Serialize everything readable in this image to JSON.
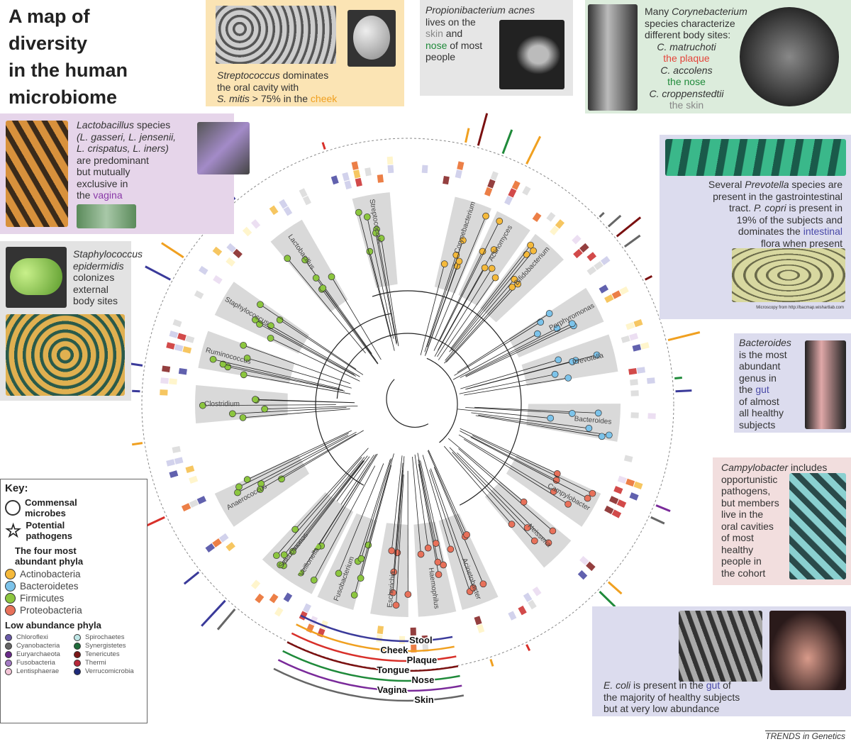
{
  "title": [
    "A map of",
    "diversity",
    "in the human",
    "microbiome"
  ],
  "callouts": {
    "streptococcus": {
      "genus": "Streptococcus",
      "l1": " dominates",
      "l2": "the oral cavity with",
      "l3a": "S. mitis",
      "l3b": " > 75% in the ",
      "l3c": "cheek"
    },
    "propionibacterium": {
      "genus": "Propionibacterium acnes",
      "l1": "lives on the",
      "skin": "skin",
      "and": " and",
      "nose": "nose",
      "rest": " of most",
      "l4": "people"
    },
    "corynebacterium": {
      "l1a": "Many ",
      "genus": "Corynebacterium",
      "l2": "species characterize",
      "l3": "different body sites:",
      "s1": "C. matruchoti",
      "b1": "the plaque",
      "s2": "C. accolens",
      "b2": "the nose",
      "s3": "C. croppenstedtii",
      "b3": "the skin"
    },
    "lactobacillus": {
      "genus": "Lactobacillus",
      "l1": " species",
      "l2": "(L. gasseri, L. jensenii,",
      "l3": "L. crispatus, L. iners)",
      "l4": "are predominant",
      "l5": "but mutually",
      "l6": "exclusive in",
      "l7a": "the ",
      "l7b": "vagina"
    },
    "staphylococcus": {
      "genus1": "Staphylococcus",
      "genus2": "epidermidis",
      "l1": "colonizes",
      "l2": "external",
      "l3": "body sites"
    },
    "prevotella": {
      "l1a": "Several ",
      "genus": "Prevotella",
      "l1b": " species are",
      "l2": "present in the gastrointestinal",
      "l3a": "tract. ",
      "sp": "P. copri",
      "l3b": " is present in",
      "l4": "19% of the subjects and",
      "l5a": "dominates the ",
      "l5b": "intestinal",
      "l6": "flora when present",
      "credit": "Microscopy from http://bacmap.wishartlab.com"
    },
    "bacteroides": {
      "genus": "Bacteroides",
      "l1": "is the most",
      "l2": "abundant",
      "l3": "genus in",
      "l4a": "the ",
      "l4b": "gut",
      "l5": "of almost",
      "l6": "all healthy",
      "l7": "subjects"
    },
    "campylobacter": {
      "genus": "Campylobacter",
      "l1": " includes",
      "l2": "opportunistic",
      "l3": "pathogens,",
      "l4": "but members",
      "l5": "live in the",
      "l6": "oral cavities",
      "l7": "of most",
      "l8": "healthy",
      "l9": "people in",
      "l10": "the cohort"
    },
    "ecoli": {
      "sp": "E. coli",
      "l1a": " is present in the ",
      "l1b": "gut",
      "l1c": " of",
      "l2": "the majority of healthy subjects",
      "l3": "but at very low abundance"
    }
  },
  "key": {
    "title": "Key:",
    "commensal": "Commensal microbes",
    "pathogens": "Potential pathogens",
    "abundant_title": "The four most abundant phyla",
    "abundant": [
      {
        "name": "Actinobacteria",
        "color": "#f5b93a"
      },
      {
        "name": "Bacteroidetes",
        "color": "#7cc3ea"
      },
      {
        "name": "Firmicutes",
        "color": "#8cc63f"
      },
      {
        "name": "Proteobacteria",
        "color": "#e8715a"
      }
    ],
    "low_title": "Low abundance phyla",
    "low": [
      {
        "name": "Chloroflexi",
        "color": "#6a5aa8"
      },
      {
        "name": "Spirochaetes",
        "color": "#bfe6e6"
      },
      {
        "name": "Cyanobacteria",
        "color": "#666666"
      },
      {
        "name": "Synergistetes",
        "color": "#1f6b3a"
      },
      {
        "name": "Euryarchaeota",
        "color": "#6a2a8a"
      },
      {
        "name": "Tenericutes",
        "color": "#7a1616"
      },
      {
        "name": "Fusobacteria",
        "color": "#a47ac4"
      },
      {
        "name": "Thermi",
        "color": "#b8283a"
      },
      {
        "name": "Lentisphaerae",
        "color": "#f3c4d6"
      },
      {
        "name": "Verrucomicrobia",
        "color": "#1e2a7a"
      }
    ]
  },
  "clades": [
    "Streptococcus",
    "Corynebacterium",
    "Actinomyces",
    "Bifidobacterium",
    "Porphyromonas",
    "Prevotella",
    "Bacteroides",
    "Campylobacter",
    "Neisseria",
    "Acinetobacter",
    "Haemophilus",
    "Escherichia",
    "Fusobacterium",
    "Veillonella",
    "Selenomonas",
    "Anaerococcus",
    "Clostridium",
    "Ruminococcus",
    "Staphylococcus",
    "Lactobacillus"
  ],
  "body_sites": [
    {
      "name": "Stool",
      "color": "#3a3a9a"
    },
    {
      "name": "Cheek",
      "color": "#f0a020"
    },
    {
      "name": "Plaque",
      "color": "#d8302a"
    },
    {
      "name": "Tongue",
      "color": "#7a1010"
    },
    {
      "name": "Nose",
      "color": "#1f8a3a"
    },
    {
      "name": "Vagina",
      "color": "#7a2a9a"
    },
    {
      "name": "Skin",
      "color": "#666666"
    }
  ],
  "credit": "TRENDS in Genetics"
}
